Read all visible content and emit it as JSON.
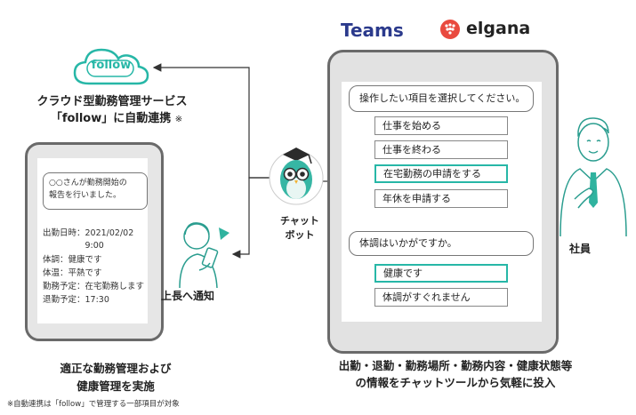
{
  "logos": {
    "teams": "Teams",
    "elgana": "elgana"
  },
  "cloud": {
    "label": "follow",
    "caption_line1": "クラウド型勤務管理サービス",
    "caption_line2": "「follow」に自動連携",
    "caption_mark": "※"
  },
  "left_phone": {
    "bubble_line1": "○○さんが勤務開始の",
    "bubble_line2": "報告を行いました。",
    "log": [
      "出勤日時：2021/02/02",
      "　　　　　9:00",
      "体調：健康です",
      "体温：平熱です",
      "勤務予定：在宅勤務します",
      "退勤予定：17:30"
    ]
  },
  "notify_label": "上長へ通知",
  "chatbot": {
    "caption_line1": "チャット",
    "caption_line2": "ボット"
  },
  "right_phone": {
    "question1": "操作したい項目を選択してください。",
    "options1": [
      "仕事を始める",
      "仕事を終わる",
      "在宅勤務の申請をする",
      "年休を申請する"
    ],
    "selected1": 2,
    "question2": "体調はいかがですか。",
    "options2": [
      "健康です",
      "体調がすぐれません"
    ],
    "selected2": 0
  },
  "employee_label": "社員",
  "captions": {
    "bottom_left_line1": "適正な勤務管理および",
    "bottom_left_line2": "健康管理を実施",
    "bottom_right_line1": "出勤・退勤・勤務場所・勤務内容・健康状態等",
    "bottom_right_line2": "の情報をチャットツールから気軽に投入",
    "footnote": "※自動連携は「follow」で管理する一部項目が対象"
  },
  "colors": {
    "teal": "#27b7a7",
    "teams_blue": "#2b3a8c",
    "elgana_red": "#e94a3f",
    "frame_gray": "#6a6a6a"
  }
}
